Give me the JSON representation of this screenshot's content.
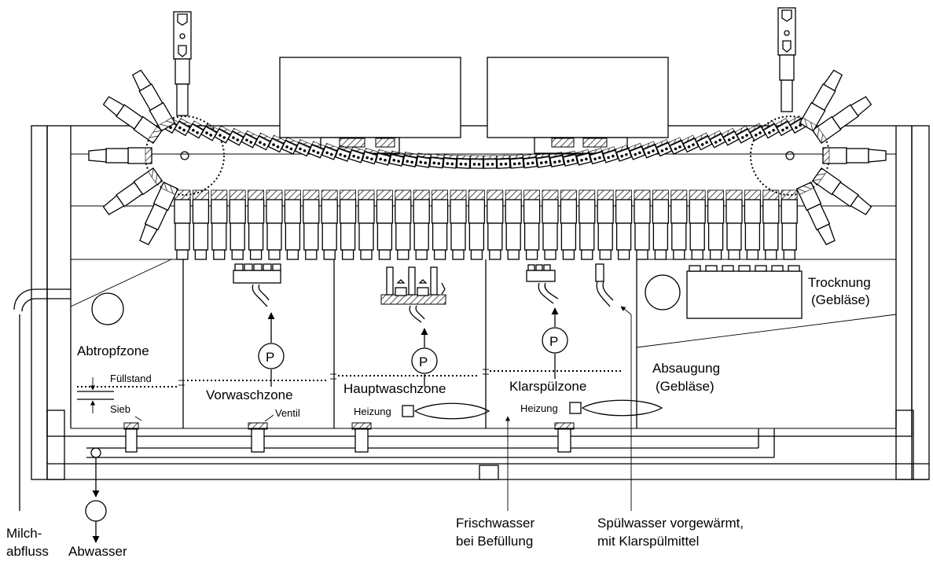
{
  "labels": {
    "abtropfzone": "Abtropfzone",
    "fuellstand": "Füllstand",
    "sieb": "Sieb",
    "vorwaschzone": "Vorwaschzone",
    "ventil": "Ventil",
    "hauptwaschzone": "Hauptwaschzone",
    "heizung_1": "Heizung",
    "klarspuelzone": "Klarspülzone",
    "heizung_2": "Heizung",
    "trocknung_1": "Trocknung",
    "trocknung_2": "(Gebläse)",
    "absaugung_1": "Absaugung",
    "absaugung_2": "(Gebläse)",
    "milchabfluss_1": "Milch-",
    "milchabfluss_2": "abfluss",
    "abwasser": "Abwasser",
    "frischwasser_1": "Frischwasser",
    "frischwasser_2": "bei Befüllung",
    "spuelwasser_1": "Spülwasser vorgewärmt,",
    "spuelwasser_2": "mit Klarspülmittel"
  },
  "pumps": [
    "P",
    "P",
    "P"
  ],
  "colors": {
    "line": "#000000",
    "background": "#ffffff",
    "hatch": "#000000"
  }
}
